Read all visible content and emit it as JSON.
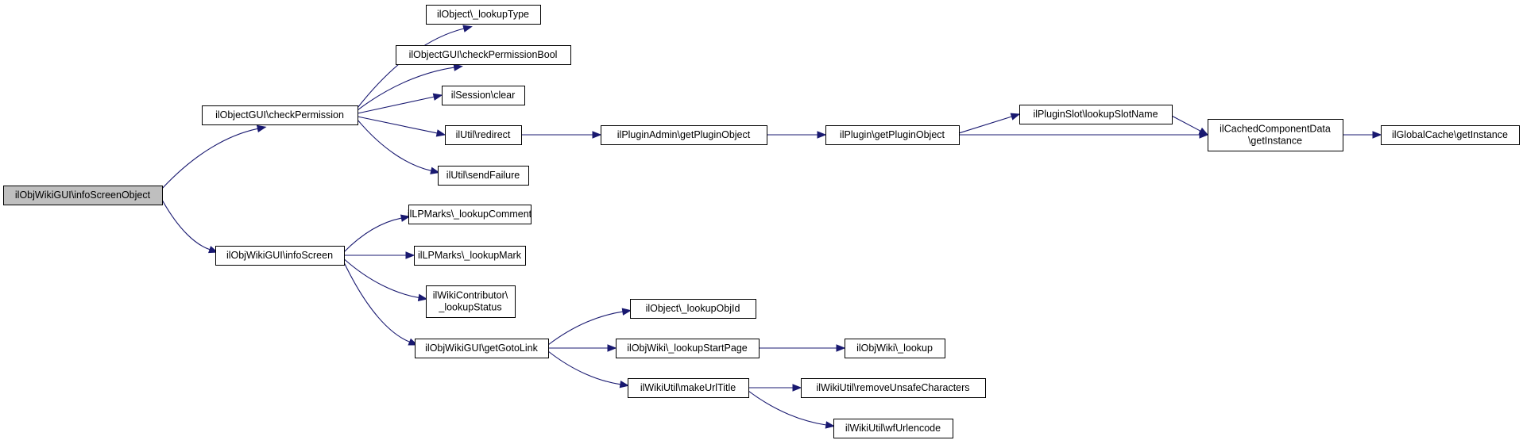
{
  "nodes": [
    {
      "id": "n0",
      "lines": [
        "ilObjWikiGUI\\infoScreenObject"
      ],
      "root": true
    },
    {
      "id": "n1",
      "lines": [
        "ilObjectGUI\\checkPermission"
      ]
    },
    {
      "id": "n2",
      "lines": [
        "ilObject\\_lookupType"
      ]
    },
    {
      "id": "n3",
      "lines": [
        "ilObjectGUI\\checkPermissionBool"
      ]
    },
    {
      "id": "n4",
      "lines": [
        "ilSession\\clear"
      ]
    },
    {
      "id": "n5",
      "lines": [
        "ilUtil\\redirect"
      ]
    },
    {
      "id": "n6",
      "lines": [
        "ilUtil\\sendFailure"
      ]
    },
    {
      "id": "n7",
      "lines": [
        "ilPluginAdmin\\getPluginObject"
      ]
    },
    {
      "id": "n8",
      "lines": [
        "ilPlugin\\getPluginObject"
      ]
    },
    {
      "id": "n9",
      "lines": [
        "ilPluginSlot\\lookupSlotName"
      ]
    },
    {
      "id": "n10",
      "lines": [
        "ilCachedComponentData",
        "\\getInstance"
      ]
    },
    {
      "id": "n11",
      "lines": [
        "ilGlobalCache\\getInstance"
      ]
    },
    {
      "id": "n12",
      "lines": [
        "ilObjWikiGUI\\infoScreen"
      ]
    },
    {
      "id": "n13",
      "lines": [
        "ilLPMarks\\_lookupComment"
      ]
    },
    {
      "id": "n14",
      "lines": [
        "ilLPMarks\\_lookupMark"
      ]
    },
    {
      "id": "n15",
      "lines": [
        "ilWikiContributor\\",
        "_lookupStatus"
      ]
    },
    {
      "id": "n16",
      "lines": [
        "ilObjWikiGUI\\getGotoLink"
      ]
    },
    {
      "id": "n17",
      "lines": [
        "ilObject\\_lookupObjId"
      ]
    },
    {
      "id": "n18",
      "lines": [
        "ilObjWiki\\_lookupStartPage"
      ]
    },
    {
      "id": "n19",
      "lines": [
        "ilObjWiki\\_lookup"
      ]
    },
    {
      "id": "n20",
      "lines": [
        "ilWikiUtil\\makeUrlTitle"
      ]
    },
    {
      "id": "n21",
      "lines": [
        "ilWikiUtil\\removeUnsafeCharacters"
      ]
    },
    {
      "id": "n22",
      "lines": [
        "ilWikiUtil\\wfUrlencode"
      ]
    }
  ],
  "edges": [
    {
      "from": "n0",
      "to": "n1"
    },
    {
      "from": "n0",
      "to": "n12"
    },
    {
      "from": "n1",
      "to": "n2"
    },
    {
      "from": "n1",
      "to": "n3"
    },
    {
      "from": "n1",
      "to": "n4"
    },
    {
      "from": "n1",
      "to": "n5"
    },
    {
      "from": "n1",
      "to": "n6"
    },
    {
      "from": "n5",
      "to": "n7"
    },
    {
      "from": "n7",
      "to": "n8"
    },
    {
      "from": "n8",
      "to": "n9"
    },
    {
      "from": "n8",
      "to": "n10"
    },
    {
      "from": "n9",
      "to": "n10"
    },
    {
      "from": "n10",
      "to": "n11"
    },
    {
      "from": "n12",
      "to": "n13"
    },
    {
      "from": "n12",
      "to": "n14"
    },
    {
      "from": "n12",
      "to": "n15"
    },
    {
      "from": "n12",
      "to": "n16"
    },
    {
      "from": "n16",
      "to": "n17"
    },
    {
      "from": "n16",
      "to": "n18"
    },
    {
      "from": "n16",
      "to": "n20"
    },
    {
      "from": "n18",
      "to": "n19"
    },
    {
      "from": "n20",
      "to": "n21"
    },
    {
      "from": "n20",
      "to": "n22"
    }
  ],
  "colors": {
    "edge": "#191970",
    "root_fill": "#bfbfbf",
    "node_fill": "#ffffff",
    "border": "#000000"
  }
}
